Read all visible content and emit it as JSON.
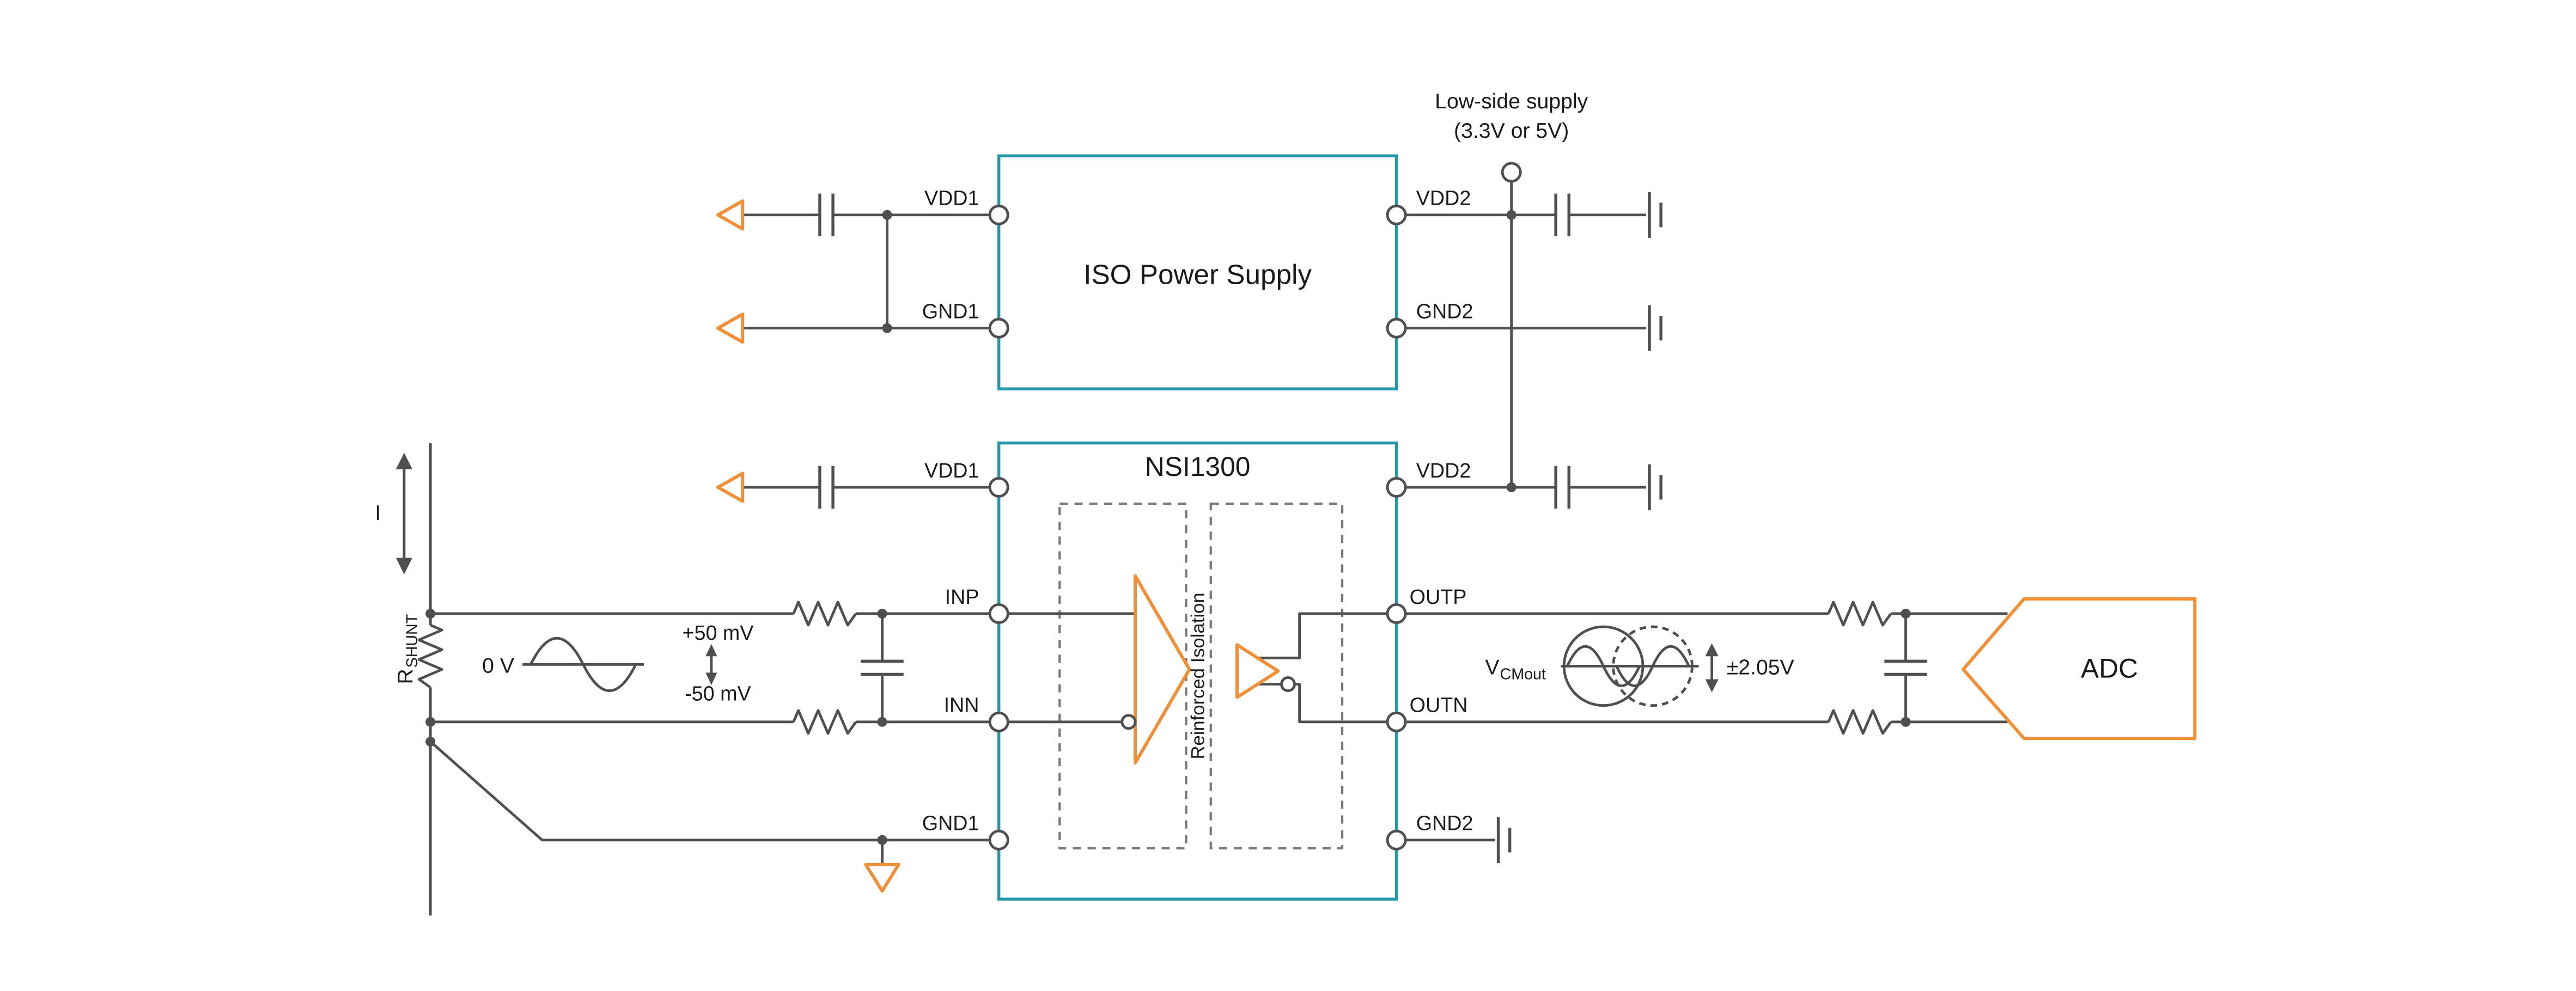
{
  "colors": {
    "block_border_teal": "#2198ac",
    "accent_orange": "#ef9038",
    "wire_gray": "#4f4f4f",
    "text_black": "#1a1a1a"
  },
  "supply_note": {
    "line1": "Low-side supply",
    "line2": "(3.3V or 5V)"
  },
  "iso_block": {
    "title": "ISO Power Supply",
    "pin_vdd1": "VDD1",
    "pin_gnd1": "GND1",
    "pin_vdd2": "VDD2",
    "pin_gnd2": "GND2"
  },
  "nsi_block": {
    "title": "NSI1300",
    "isolation_label": "Reinforced Isolation",
    "pin_vdd1": "VDD1",
    "pin_inp": "INP",
    "pin_inn": "INN",
    "pin_gnd1": "GND1",
    "pin_vdd2": "VDD2",
    "pin_outp": "OUTP",
    "pin_outn": "OUTN",
    "pin_gnd2": "GND2"
  },
  "adc_block": {
    "title": "ADC"
  },
  "input_annotations": {
    "current": "I",
    "shunt_name": "R",
    "shunt_sub": "SHUNT",
    "baseline": "0 V",
    "upper": "+50 mV",
    "lower": "-50 mV"
  },
  "output_annotations": {
    "vcm_name": "V",
    "vcm_sub": "CMout",
    "swing": "±2.05V"
  }
}
